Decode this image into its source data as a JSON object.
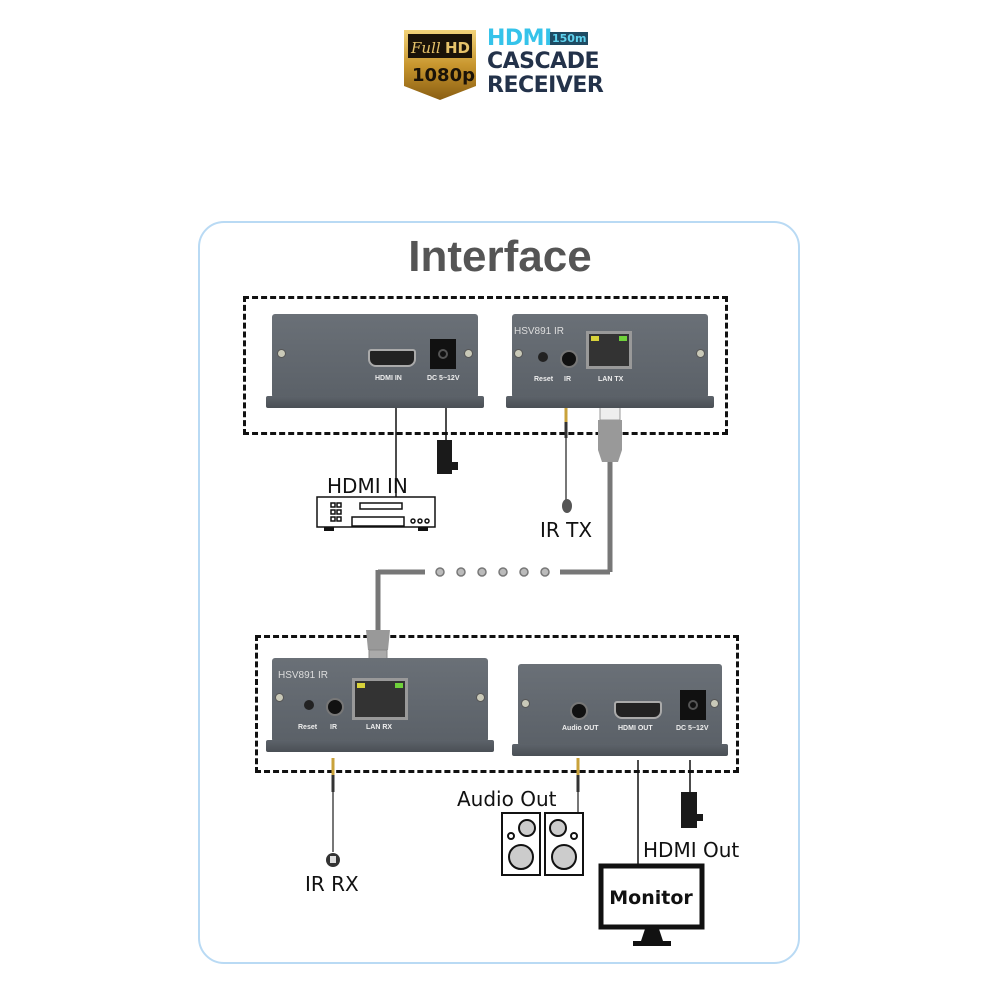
{
  "logo": {
    "badge_line1_italic": "Full",
    "badge_line1_bold": "HD",
    "badge_line2": "1080p",
    "brand_hdmi": "HDMI",
    "brand_distance": "150m",
    "brand_line2": "CASCADE",
    "brand_line3": "RECEIVER",
    "colors": {
      "gold": "#c8962e",
      "cyan": "#35c3ea",
      "navy": "#23324a"
    }
  },
  "diagram": {
    "title": "Interface",
    "transmitter": {
      "left_unit": {
        "ports": [
          "HDMI IN",
          "DC 5~12V"
        ]
      },
      "right_unit": {
        "model": "HSV891 IR",
        "ports": [
          "Reset",
          "IR",
          "LAN TX"
        ]
      }
    },
    "receiver": {
      "left_unit": {
        "model": "HSV891 IR",
        "ports": [
          "Reset",
          "IR",
          "LAN RX"
        ]
      },
      "right_unit": {
        "ports": [
          "Audio OUT",
          "HDMI OUT",
          "DC 5~12V"
        ]
      }
    },
    "labels": {
      "hdmi_in": "HDMI IN",
      "ir_tx": "IR TX",
      "audio_out": "Audio Out",
      "hdmi_out": "HDMI Out",
      "ir_rx": "IR RX",
      "monitor": "Monitor"
    },
    "colors": {
      "frame": "#b9daf4",
      "device": "#5f656c",
      "title": "#555555",
      "cable": "#777777"
    }
  }
}
